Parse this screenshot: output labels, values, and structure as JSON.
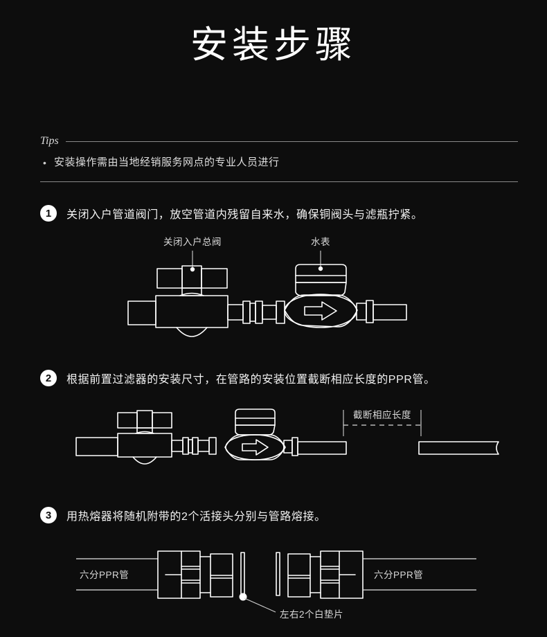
{
  "page": {
    "background_color": "#0d0d0d",
    "text_color": "#f0f0f0",
    "line_color": "#ffffff",
    "title": "安装步骤"
  },
  "tips": {
    "label": "Tips",
    "bullet": "•",
    "items": [
      "安装操作需由当地经销服务网点的专业人员进行"
    ]
  },
  "steps": [
    {
      "number": "1",
      "text": "关闭入户管道阀门，放空管道内残留自来水，确保铜阀头与滤瓶拧紧。",
      "diagram_labels": [
        "关闭入户总阀",
        "水表"
      ]
    },
    {
      "number": "2",
      "text": "根据前置过滤器的安装尺寸，在管路的安装位置截断相应长度的PPR管。",
      "diagram_labels": [
        "截断相应长度"
      ]
    },
    {
      "number": "3",
      "text": "用热熔器将随机附带的2个活接头分别与管路熔接。",
      "diagram_labels": [
        "六分PPR管",
        "六分PPR管",
        "左右2个白垫片"
      ]
    }
  ],
  "diagram1": {
    "label_valve": "关闭入户总阀",
    "label_meter": "水表"
  },
  "diagram2": {
    "label_cut": "截断相应长度"
  },
  "diagram3": {
    "label_pipe_left": "六分PPR管",
    "label_pipe_right": "六分PPR管",
    "label_gaskets": "左右2个白垫片"
  }
}
